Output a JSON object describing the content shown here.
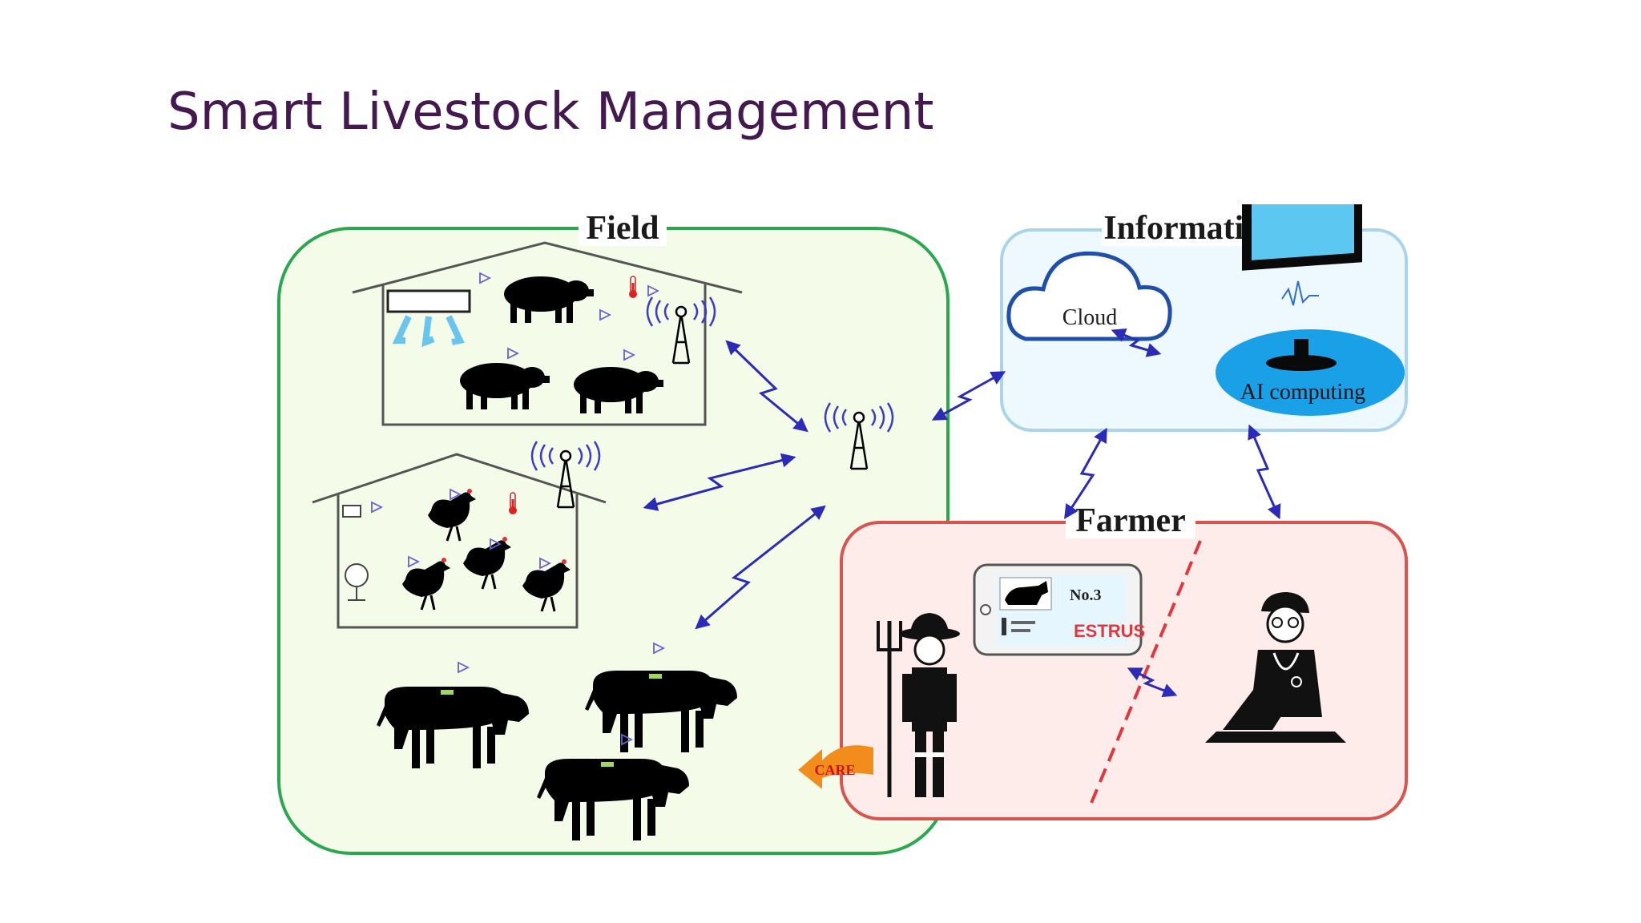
{
  "slide": {
    "title": "Smart Livestock Management"
  },
  "diagram": {
    "field": {
      "label": "Field",
      "border_color": "#2aa84f",
      "fill_color": "#f5fbe9"
    },
    "information": {
      "label": "Information",
      "border_color": "#a9d4ec",
      "fill_color": "#eef8ff",
      "cloud_label": "Cloud",
      "ai_label": "AI computing"
    },
    "farmer": {
      "label": "Farmer",
      "border_color": "#d9534f",
      "fill_color": "#fdecea",
      "phone_tag": "No.3",
      "phone_status": "ESTRUS",
      "care_label": "CARE"
    },
    "link_color": "#2b2bb8"
  }
}
